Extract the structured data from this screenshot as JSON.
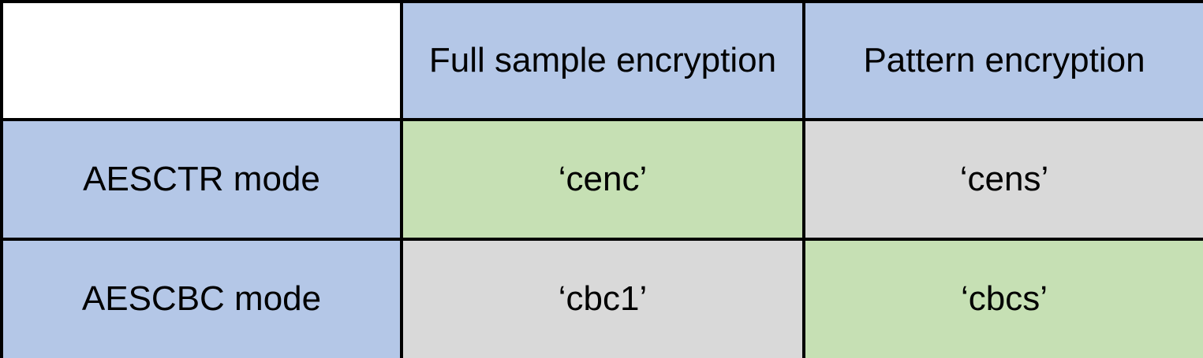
{
  "chart_data": {
    "type": "table",
    "columns": [
      "Full sample encryption",
      "Pattern encryption"
    ],
    "row_labels": [
      "AESCTR mode",
      "AESCBC mode"
    ],
    "cells": [
      [
        {
          "text": "‘cenc’",
          "state": "green"
        },
        {
          "text": "‘cens’",
          "state": "gray"
        }
      ],
      [
        {
          "text": "‘cbc1’",
          "state": "gray"
        },
        {
          "text": "‘cbcs’",
          "state": "green"
        }
      ]
    ],
    "corner_cell": "",
    "layout": {
      "grid_lines": "black solid",
      "corner_cell_style": "blank, no border"
    }
  },
  "colors": {
    "header_fill": "#B4C7E7",
    "green_fill": "#C6E0B4",
    "gray_fill": "#D9D9D9",
    "border": "#000000",
    "text": "#000000",
    "background": "#FFFFFF"
  }
}
